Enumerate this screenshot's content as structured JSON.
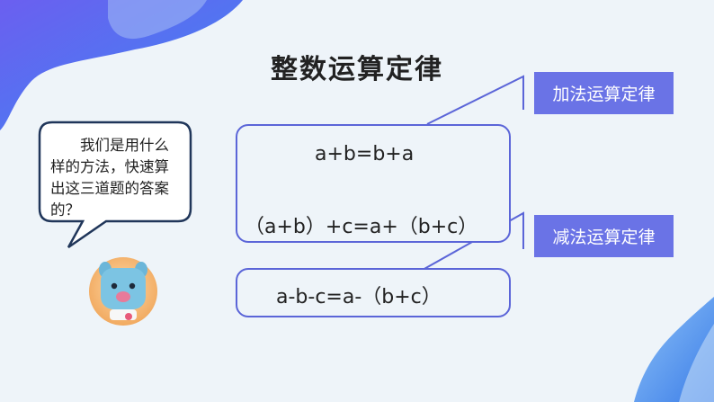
{
  "title": "整数运算定律",
  "labels": {
    "addition": "加法运算定律",
    "subtraction": "减法运算定律"
  },
  "formulas": {
    "commutative": "a+b=b+a",
    "associative": "（a+b）+c=a+（b+c）",
    "subtraction": "a-b-c=a-（b+c）"
  },
  "speech_bubble": {
    "text": "我们是用什么样的方法，快速算出这三道题的答案的？"
  },
  "colors": {
    "accent": "#5b65d8",
    "label_bg": "#6a73e6",
    "background": "#eef4f9"
  },
  "character": {
    "icon": "blue-bear-mascot-icon"
  }
}
